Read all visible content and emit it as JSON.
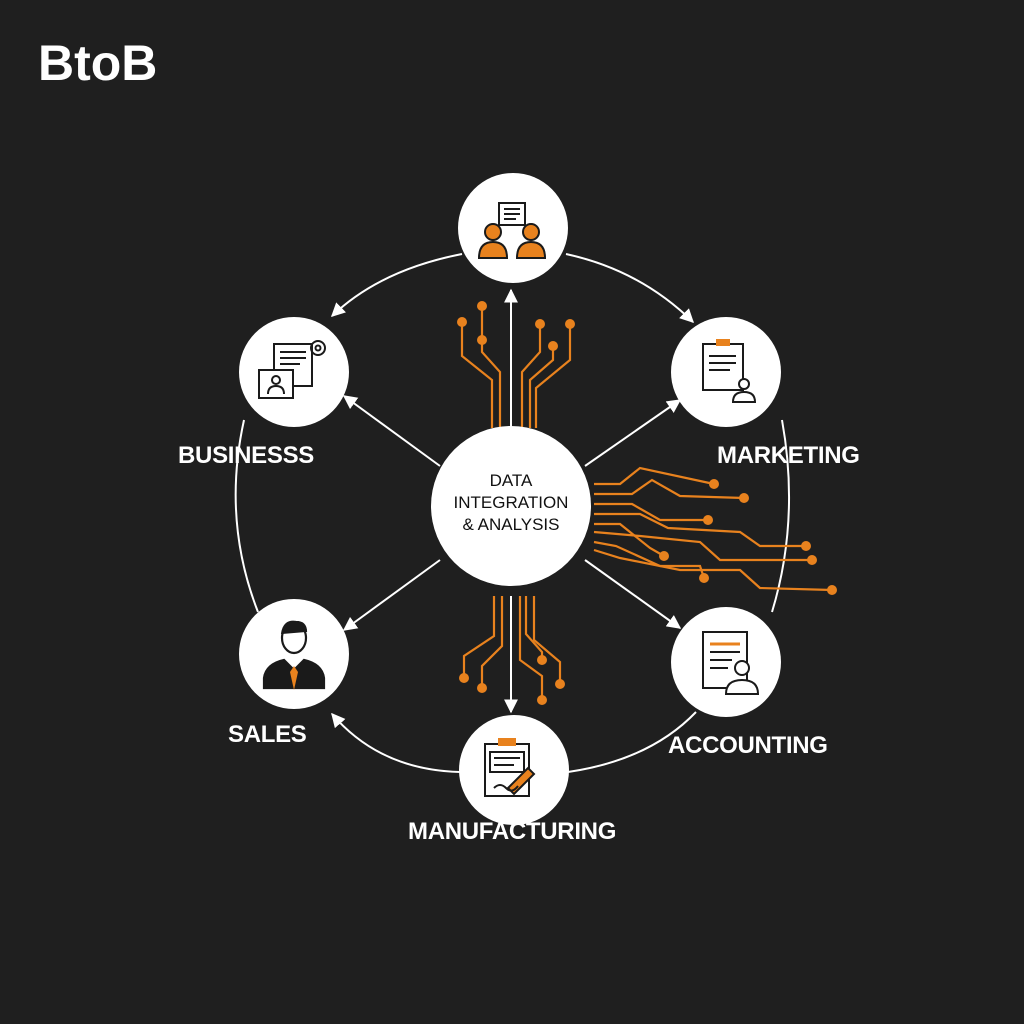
{
  "title": "BtoB",
  "hub": {
    "lines": [
      "DATA",
      "INTEGRATION",
      "& ANALYSIS"
    ]
  },
  "nodes": {
    "business": {
      "label": "BUSINESSS",
      "icon": "document-gear-id-card-icon"
    },
    "marketing": {
      "label": "MARKETING",
      "icon": "clipboard-user-icon"
    },
    "sales": {
      "label": "SALES",
      "icon": "businessman-tie-icon"
    },
    "accounting": {
      "label": "ACCOUNTING",
      "icon": "document-user-icon"
    },
    "manufacturing": {
      "label": "MANUFACTURING",
      "icon": "clipboard-edit-icon"
    },
    "top": {
      "icon": "team-document-icon"
    }
  },
  "colors": {
    "background": "#1f1f1f",
    "accent": "#e8821e",
    "node": "#ffffff",
    "line": "#ffffff"
  }
}
